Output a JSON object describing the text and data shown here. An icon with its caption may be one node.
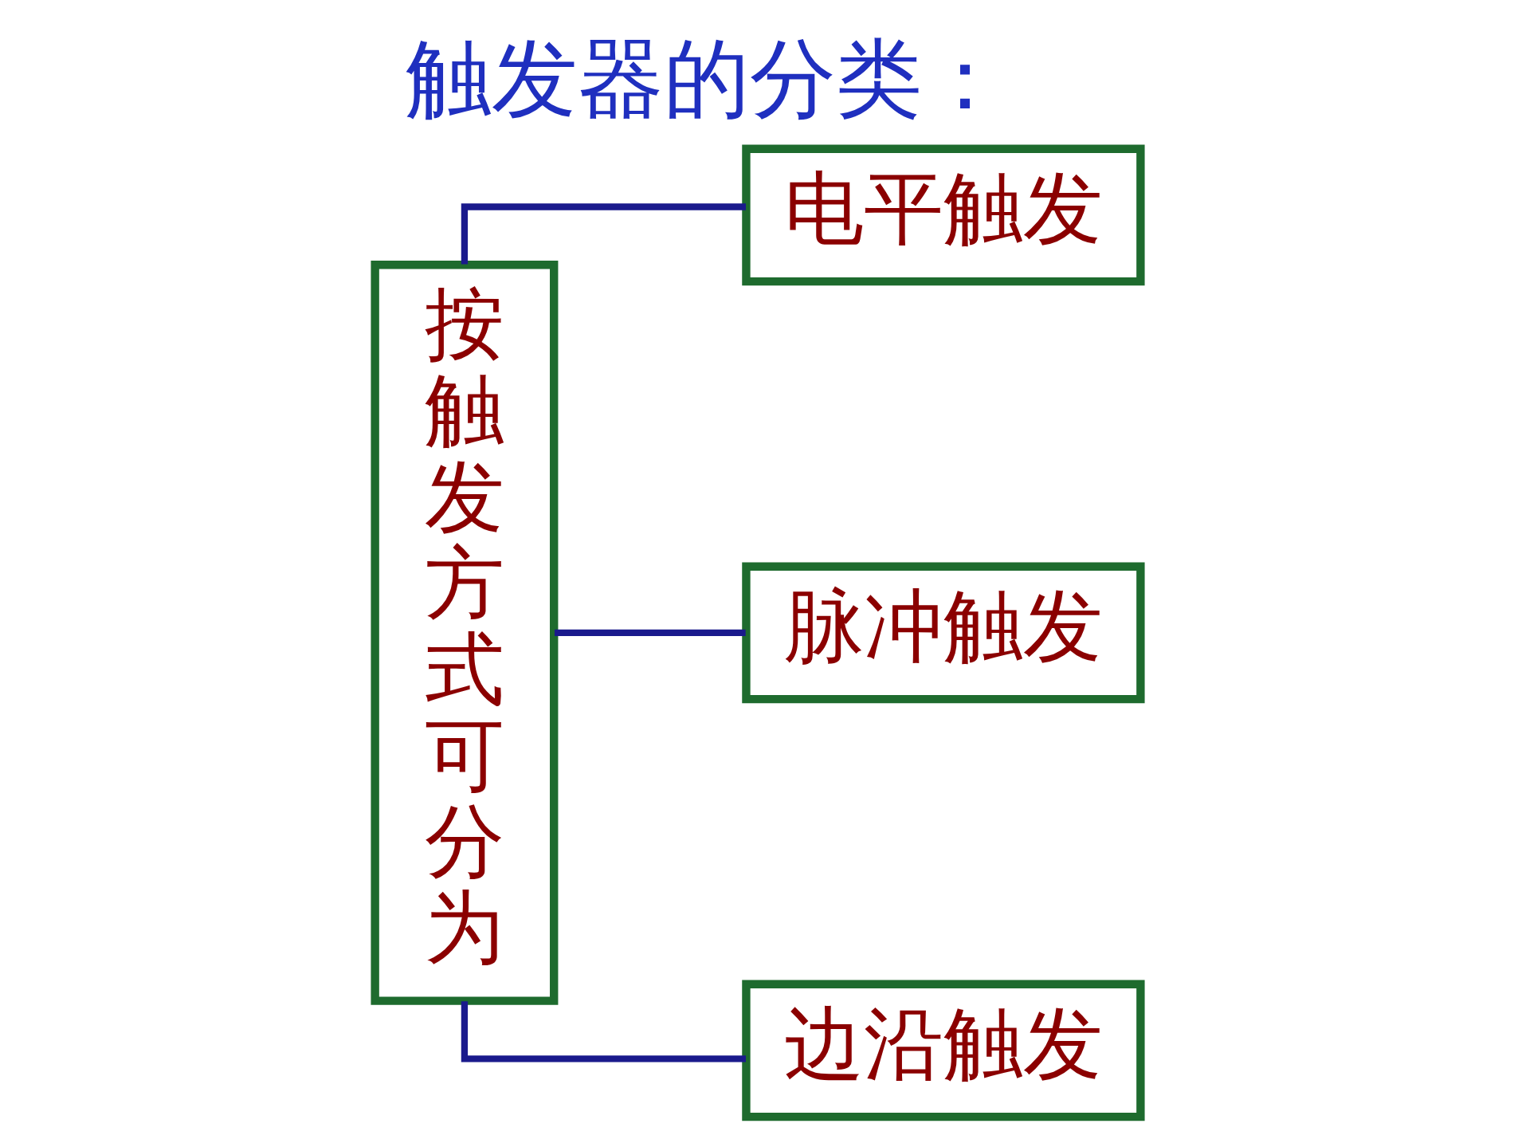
{
  "diagram": {
    "title": "触发器的分类：",
    "nodes": [
      {
        "text": [
          "按触发方式可分为"
        ]
      },
      {
        "text": [
          "电平触发"
        ]
      },
      {
        "text": [
          "脉冲触发"
        ]
      },
      {
        "text": [
          "边沿触发"
        ]
      }
    ],
    "edges": [
      {
        "from": 0,
        "to": 1,
        "arrow": "none"
      },
      {
        "from": 0,
        "to": 2,
        "arrow": "none"
      },
      {
        "from": 0,
        "to": 3,
        "arrow": "none"
      }
    ]
  }
}
